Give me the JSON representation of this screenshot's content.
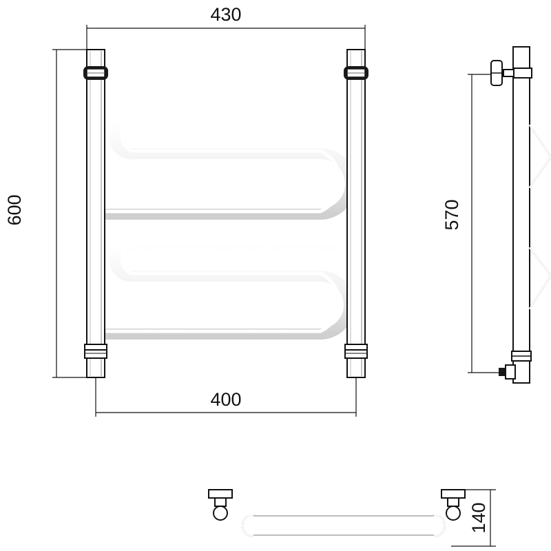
{
  "diagram": {
    "dimensions": {
      "total_width": "430",
      "total_height": "600",
      "axis_width": "400",
      "side_height": "570",
      "depth": "140"
    }
  }
}
